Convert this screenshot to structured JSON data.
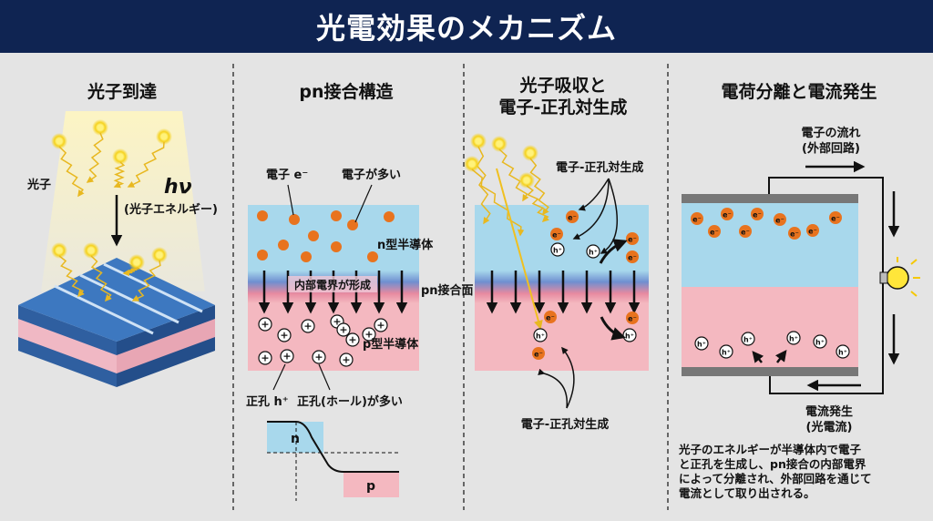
{
  "header": {
    "title": "光電効果のメカニズム"
  },
  "panels": {
    "arrival": {
      "title": "光子到達",
      "photon_label": "光子",
      "hv_label": "hν",
      "energy_label": "(光子エネルギー)"
    },
    "pn": {
      "title": "pn接合構造",
      "electron_label": "電子 e⁻",
      "many_electrons": "電子が多い",
      "n_type": "n型半導体",
      "field_label": "内部電界が形成",
      "junction_label": "pn接合面",
      "p_type": "p型半導体",
      "hole_label": "正孔 h⁺",
      "many_holes": "正孔(ホール)が多い",
      "band_n": "n",
      "band_p": "p"
    },
    "absorption": {
      "title_line1": "光子吸収と",
      "title_line2": "電子-正孔対生成",
      "pair_label_top": "電子-正孔対生成",
      "pair_label_bottom": "電子-正孔対生成"
    },
    "current": {
      "title": "電荷分離と電流発生",
      "flow_label_line1": "電子の流れ",
      "flow_label_line2": "(外部回路)",
      "current_label_line1": "電流発生",
      "current_label_line2": "(光電流)",
      "description": [
        "光子のエネルギーが半導体内で電子",
        "と正孔を生成し、pn接合の内部電界",
        "によって分離され、外部回路を通じて",
        "電流として取り出される。"
      ]
    }
  },
  "symbols": {
    "electron": "e⁻",
    "hole": "h⁺",
    "plus": "+"
  },
  "colors": {
    "header": "#0f2452",
    "n_layer": "#a8d8ec",
    "p_layer": "#f4b8c0",
    "electron": "#e8731e",
    "photon": "#f5d21e"
  }
}
